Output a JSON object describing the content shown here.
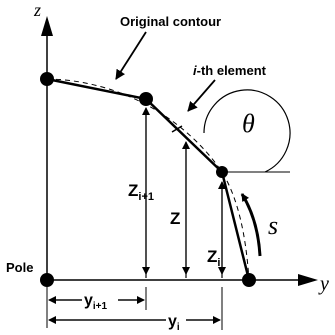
{
  "labels": {
    "z_axis": "z",
    "y_axis": "y",
    "original_contour": "Original contour",
    "element_prefix": "i",
    "element_suffix": "-th element",
    "theta": "θ",
    "s": "s",
    "pole": "Pole",
    "z_i1_main": "Z",
    "z_i1_sub": "i+1",
    "z_mid": "Z",
    "z_i_main": "Z",
    "z_i_sub": "i",
    "y_i1_main": "y",
    "y_i1_sub": "i+1",
    "y_i_main": "y",
    "y_i_sub": "i"
  }
}
